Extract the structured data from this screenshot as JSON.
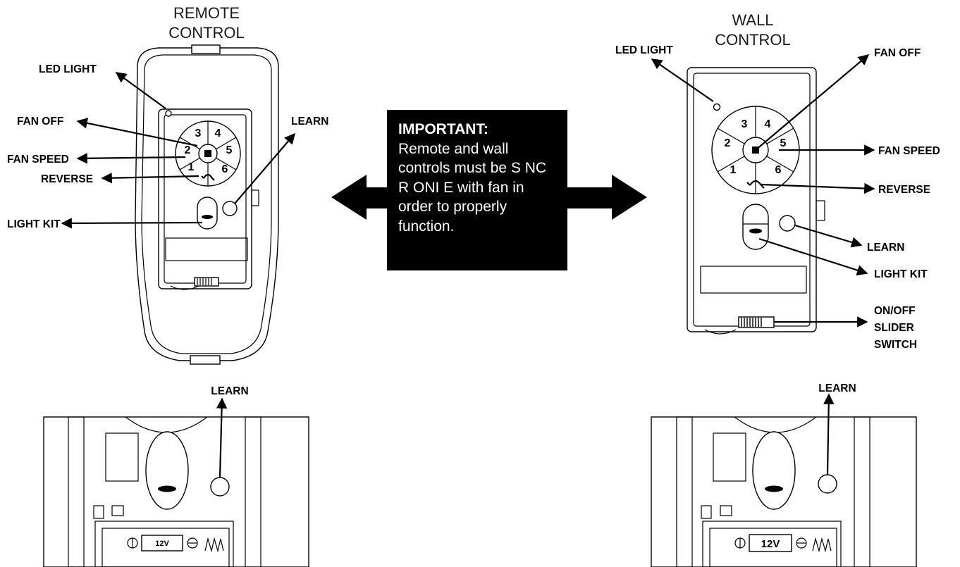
{
  "remote": {
    "title_line1": "REMOTE",
    "title_line2": "CONTROL",
    "labels": {
      "led_light": "LED LIGHT",
      "fan_off": "FAN OFF",
      "fan_speed": "FAN SPEED",
      "reverse": "REVERSE",
      "light_kit": "LIGHT KIT",
      "learn": "LEARN"
    },
    "buttons": [
      "1",
      "2",
      "3",
      "4",
      "5",
      "6"
    ]
  },
  "wall": {
    "title_line1": "WALL",
    "title_line2": "CONTROL",
    "labels": {
      "led_light": "LED LIGHT",
      "fan_off": "FAN OFF",
      "fan_speed": "FAN SPEED",
      "reverse": "REVERSE",
      "learn": "LEARN",
      "light_kit": "LIGHT KIT",
      "slider_line1": "ON/OFF",
      "slider_line2": "SLIDER",
      "slider_line3": "SWITCH"
    },
    "buttons": [
      "1",
      "2",
      "3",
      "4",
      "5",
      "6"
    ]
  },
  "important": {
    "heading": "IMPORTANT:",
    "body": "Remote and wall controls must be S NC R   ONI E  with fan in order to properly function."
  },
  "back_panels": {
    "left": {
      "learn_label": "LEARN",
      "battery_label": "12V"
    },
    "right": {
      "learn_label": "LEARN",
      "battery_label": "12V"
    }
  }
}
